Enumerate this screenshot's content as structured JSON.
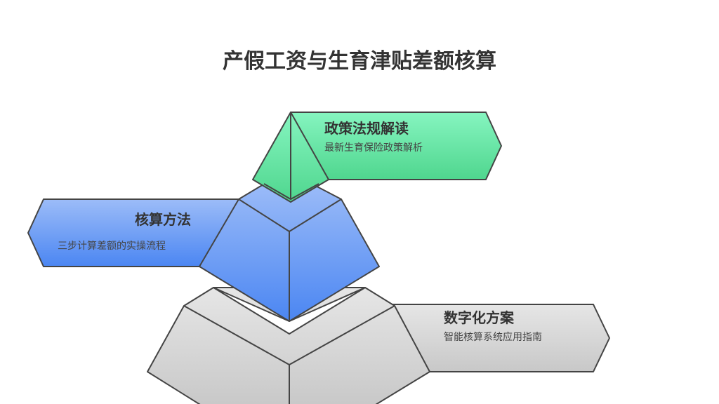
{
  "title": "产假工资与生育津贴差额核算",
  "levels": [
    {
      "heading": "政策法规解读",
      "description": "最新生育保险政策解析",
      "color": "#5cd89a"
    },
    {
      "heading": "核算方法",
      "description": "三步计算差额的实操流程",
      "color": "#5b8ff0"
    },
    {
      "heading": "数字化方案",
      "description": "智能核算系统应用指南",
      "color": "#cfcfcf"
    }
  ]
}
